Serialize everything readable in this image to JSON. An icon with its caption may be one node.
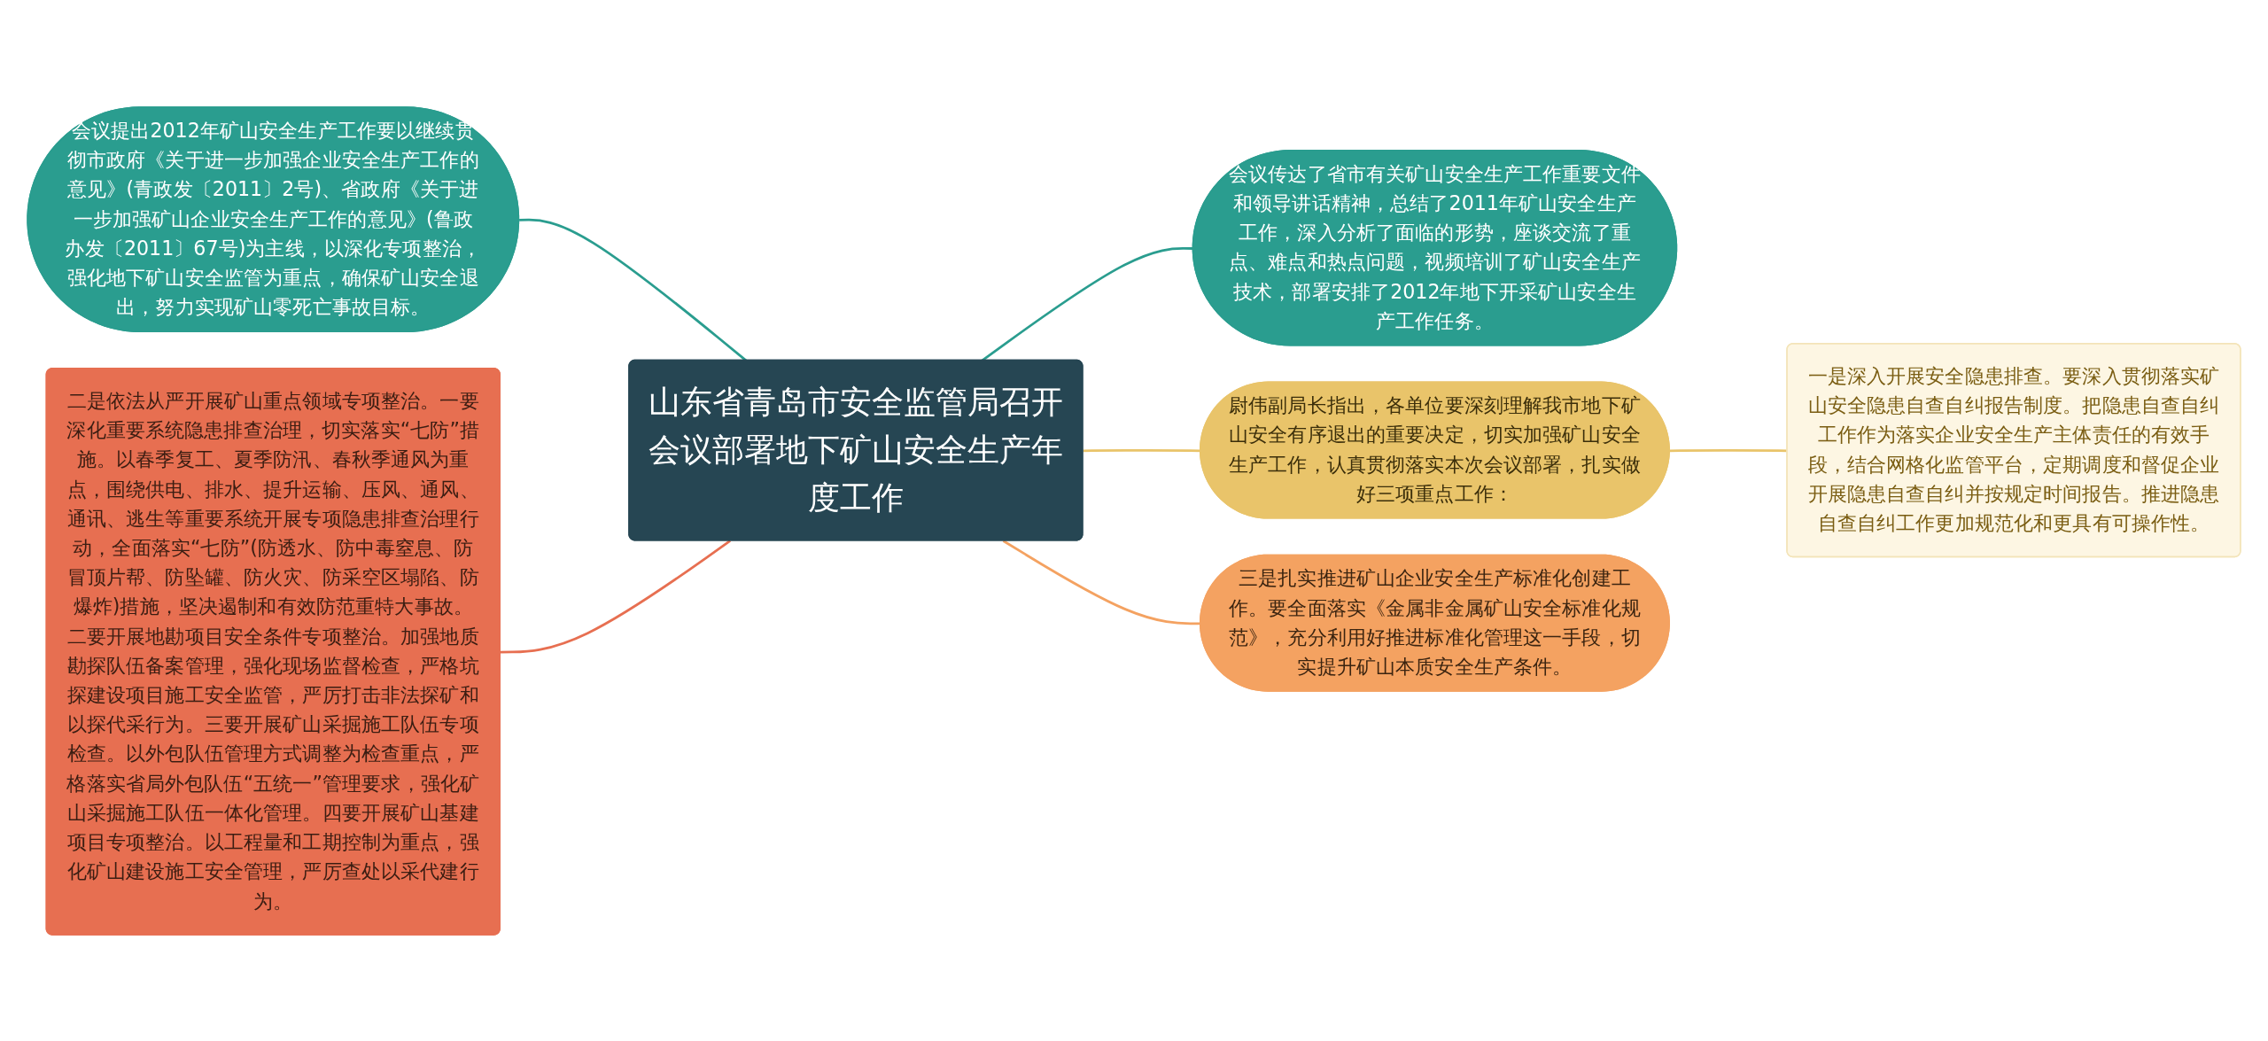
{
  "diagram": {
    "nodes": [
      {
        "text": [
          "山东省青岛市安全监管局召开会议部署地下矿山安全生产年度工作"
        ]
      },
      {
        "text": [
          "会议提出2012年矿山安全生产工作要以继续贯彻市政府《关于进一步加强企业安全生产工作的意见》(青政发〔2011〕2号)、省政府《关于进一步加强矿山企业安全生产工作的意见》(鲁政办发〔2011〕67号)为主线，以深化专项整治，强化地下矿山安全监管为重点，确保矿山安全退出，努力实现矿山零死亡事故目标。"
        ]
      },
      {
        "text": [
          "二是依法从严开展矿山重点领域专项整治。一要深化重要系统隐患排查治理，切实落实“七防”措施。以春季复工、夏季防汛、春秋季通风为重点，围绕供电、排水、提升运输、压风、通风、通讯、逃生等重要系统开展专项隐患排查治理行动，全面落实“七防”(防透水、防中毒窒息、防冒顶片帮、防坠罐、防火灾、防采空区塌陷、防爆炸)措施，坚决遏制和有效防范重特大事故。二要开展地勘项目安全条件专项整治。加强地质勘探队伍备案管理，强化现场监督检查，严格坑探建设项目施工安全监管，严厉打击非法探矿和以探代采行为。三要开展矿山采掘施工队伍专项检查。以外包队伍管理方式调整为检查重点，严格落实省局外包队伍“五统一”管理要求，强化矿山采掘施工队伍一体化管理。四要开展矿山基建项目专项整治。以工程量和工期控制为重点，强化矿山建设施工安全管理，严厉查处以采代建行为。"
        ]
      },
      {
        "text": [
          "会议传达了省市有关矿山安全生产工作重要文件和领导讲话精神，总结了2011年矿山安全生产工作，深入分析了面临的形势，座谈交流了重点、难点和热点问题，视频培训了矿山安全生产技术，部署安排了2012年地下开采矿山安全生产工作任务。"
        ]
      },
      {
        "text": [
          "尉伟副局长指出，各单位要深刻理解我市地下矿山安全有序退出的重要决定，切实加强矿山安全生产工作，认真贯彻落实本次会议部署，扎实做好三项重点工作："
        ]
      },
      {
        "text": [
          "一是深入开展安全隐患排查。要深入贯彻落实矿山安全隐患自查自纠报告制度。把隐患自查自纠工作作为落实企业安全生产主体责任的有效手段，结合网格化监管平台，定期调度和督促企业开展隐患自查自纠并按规定时间报告。推进隐患自查自纠工作更加规范化和更具有可操作性。"
        ]
      },
      {
        "text": [
          "三是扎实推进矿山企业安全生产标准化创建工作。要全面落实《金属非金属矿山安全标准化规范》，充分利用好推进标准化管理这一手段，切实提升矿山本质安全生产条件。"
        ]
      }
    ],
    "edges": [
      {
        "from": 1,
        "to": 0,
        "arrow": "none",
        "color": "#2a9d8f"
      },
      {
        "from": 2,
        "to": 0,
        "arrow": "none",
        "color": "#e76f51"
      },
      {
        "from": 0,
        "to": 3,
        "arrow": "none",
        "color": "#2a9d8f"
      },
      {
        "from": 0,
        "to": 4,
        "arrow": "none",
        "color": "#e9c46a"
      },
      {
        "from": 4,
        "to": 5,
        "arrow": "none",
        "color": "#e9c46a"
      },
      {
        "from": 0,
        "to": 6,
        "arrow": "none",
        "color": "#f4a261"
      }
    ]
  }
}
